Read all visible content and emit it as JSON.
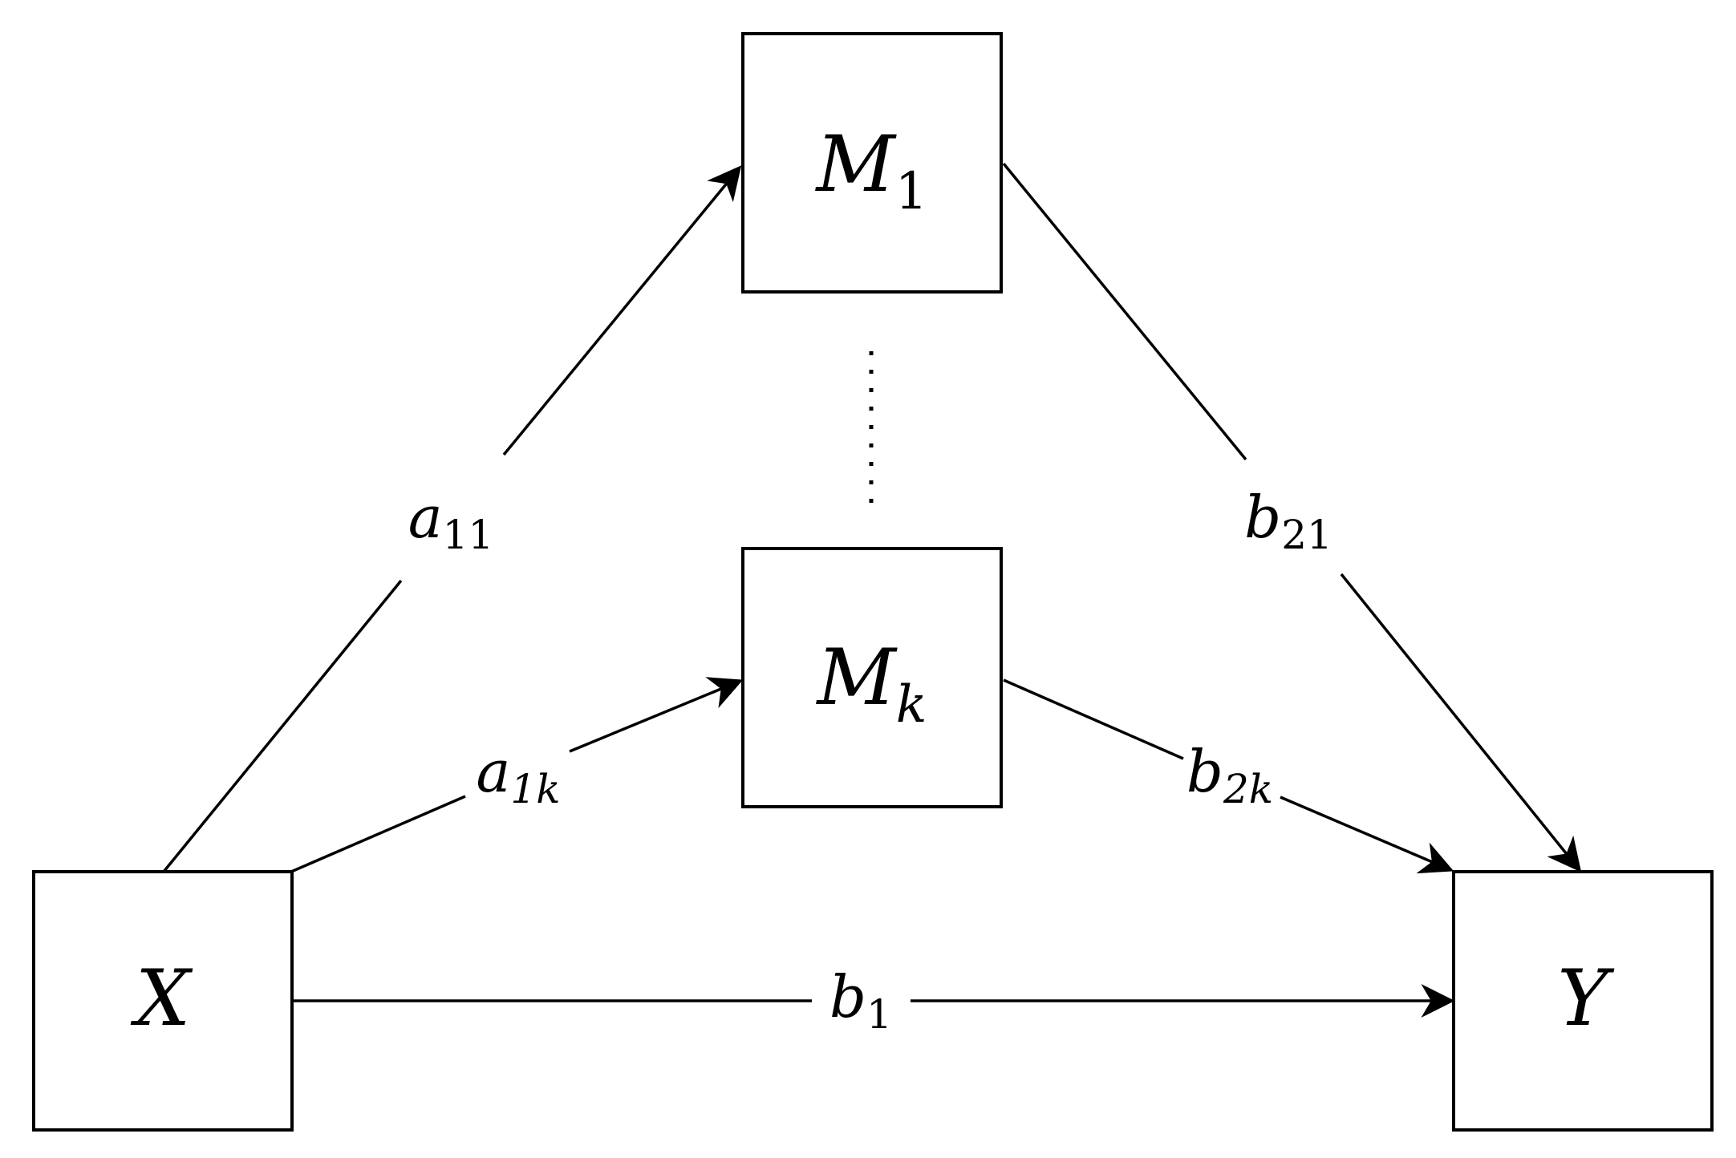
{
  "nodes": {
    "x": {
      "symbol": "X",
      "subscript": ""
    },
    "y": {
      "symbol": "Y",
      "subscript": ""
    },
    "m1": {
      "symbol": "M",
      "subscript": "1"
    },
    "mk": {
      "symbol": "M",
      "subscript": "k"
    }
  },
  "edges": {
    "a11": {
      "symbol": "a",
      "subscript": "11"
    },
    "a1k": {
      "symbol": "a",
      "subscript": "1k"
    },
    "b21": {
      "symbol": "b",
      "subscript": "21"
    },
    "b2k": {
      "symbol": "b",
      "subscript": "2k"
    },
    "b1": {
      "symbol": "b",
      "subscript": "1"
    }
  }
}
